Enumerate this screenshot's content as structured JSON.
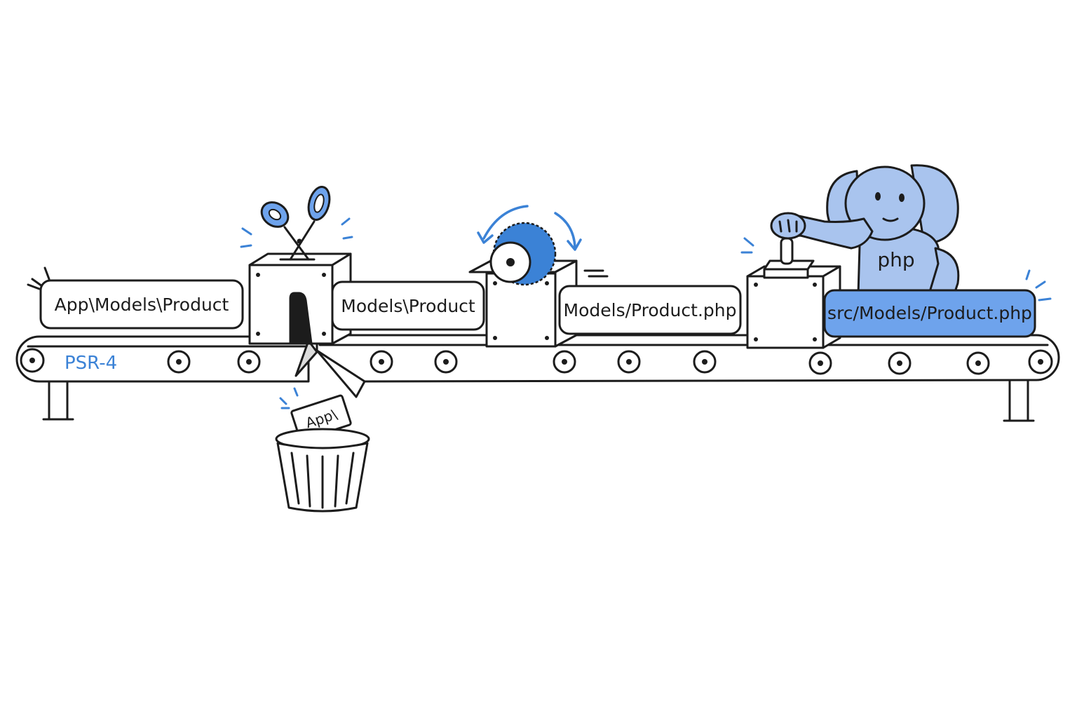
{
  "labels": {
    "input": "App\\Models\\Product",
    "after_cut": "Models\\Product",
    "after_convert": "Models/Product.php",
    "output": "src/Models/Product.php"
  },
  "belt": {
    "tag": "PSR-4"
  },
  "discarded_prefix": "App\\",
  "mascot": {
    "shirt_text": "php"
  },
  "colors": {
    "accent": "#3b82d6",
    "light_blue": "#a9c4ee",
    "output_fill": "#6ea3ec",
    "ink": "#1c1c1c",
    "machine_fill": "#ffffff",
    "belt_shadow": "#e8e8e8"
  },
  "icons": [
    "scissors-icon",
    "gear-icon",
    "stamp-icon",
    "trash-can-icon",
    "php-elephant-mascot"
  ]
}
